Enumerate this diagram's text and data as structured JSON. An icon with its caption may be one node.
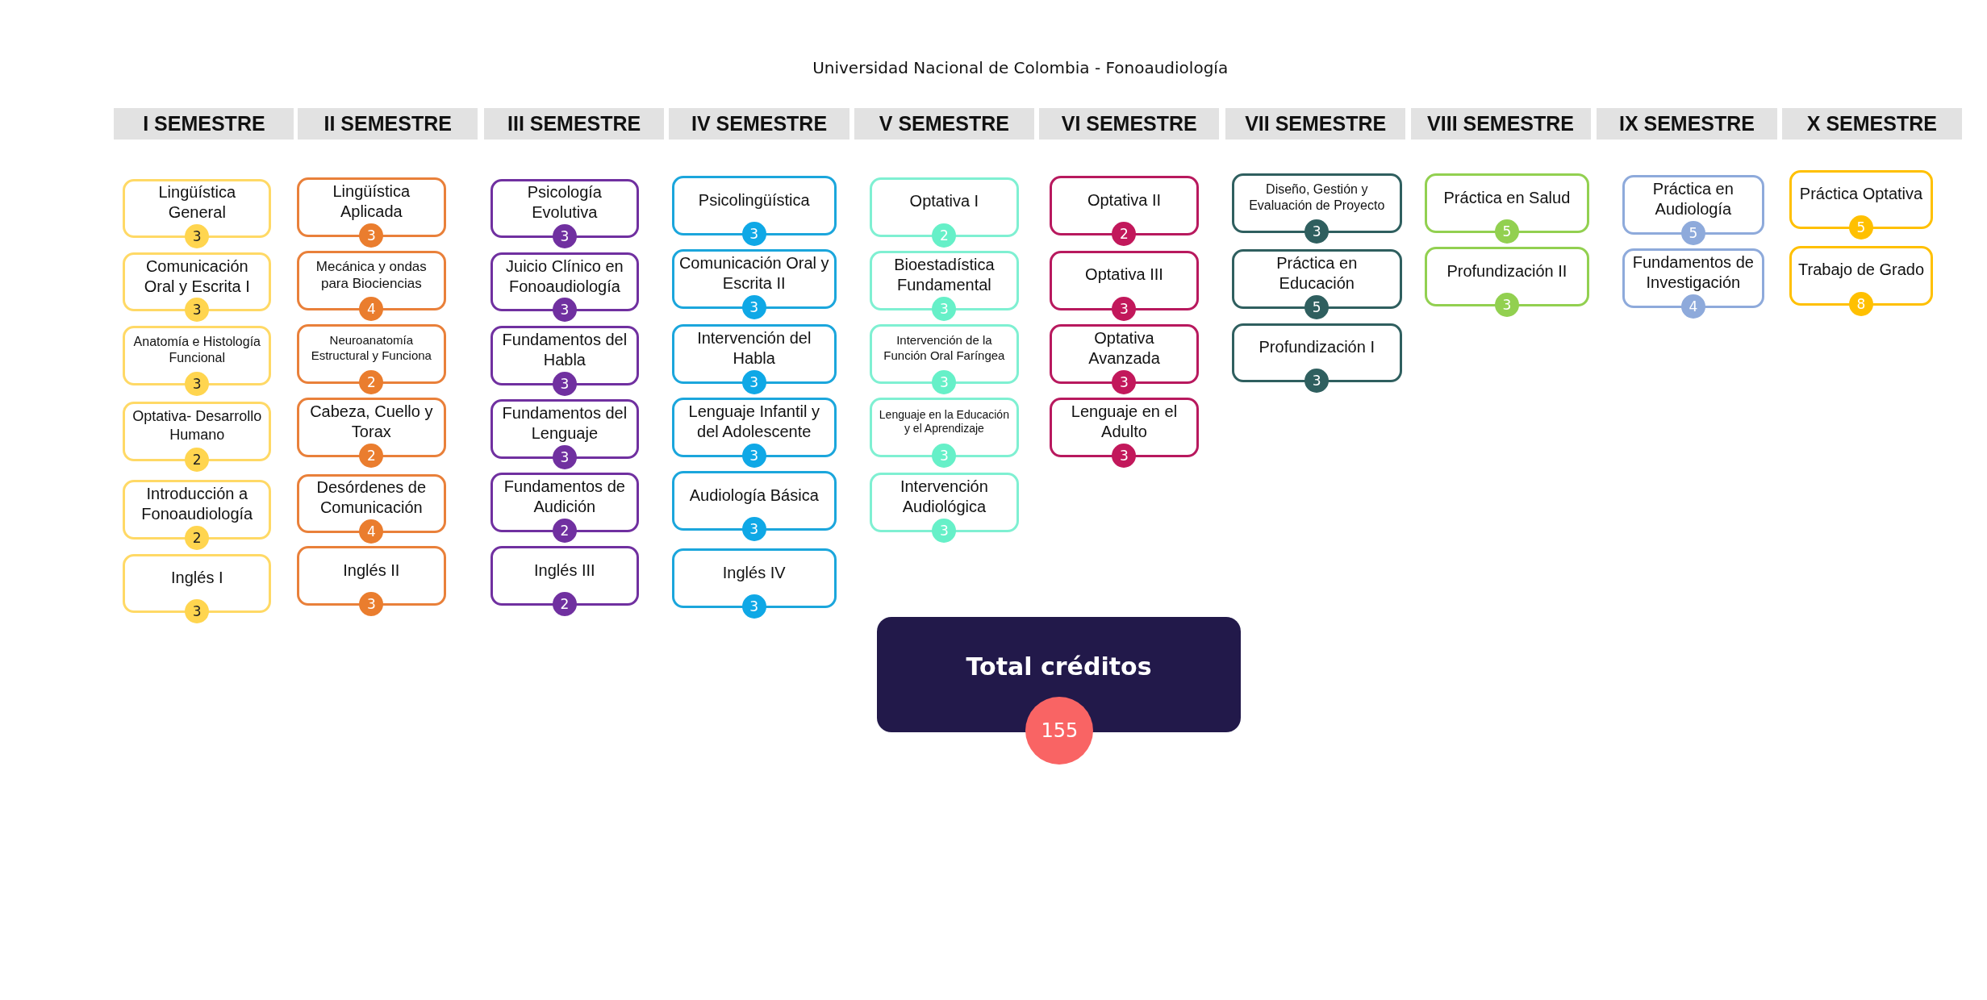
{
  "diagram": {
    "title": "Universidad Nacional de Colombia - Fonoaudiología",
    "nodes": [
      {
        "text": [
          "I SEMESTRE"
        ]
      },
      {
        "text": [
          "II SEMESTRE"
        ]
      },
      {
        "text": [
          "III SEMESTRE"
        ]
      },
      {
        "text": [
          "IV SEMESTRE"
        ]
      },
      {
        "text": [
          "V SEMESTRE"
        ]
      },
      {
        "text": [
          "VI SEMESTRE"
        ]
      },
      {
        "text": [
          "VII SEMESTRE"
        ]
      },
      {
        "text": [
          "VIII SEMESTRE"
        ]
      },
      {
        "text": [
          "IX SEMESTRE"
        ]
      },
      {
        "text": [
          "X SEMESTRE"
        ]
      },
      {
        "text": [
          "Lingüística General"
        ]
      },
      {
        "text": [
          "3"
        ]
      },
      {
        "text": [
          "Comunicación Oral y Escrita I"
        ]
      },
      {
        "text": [
          "3"
        ]
      },
      {
        "text": [
          "Anatomía e Histología Funcional"
        ]
      },
      {
        "text": [
          "3"
        ]
      },
      {
        "text": [
          "Optativa- Desarrollo Humano"
        ]
      },
      {
        "text": [
          "2"
        ]
      },
      {
        "text": [
          "Introducción a Fonoaudiología"
        ]
      },
      {
        "text": [
          "2"
        ]
      },
      {
        "text": [
          "Inglés I"
        ]
      },
      {
        "text": [
          "3"
        ]
      },
      {
        "text": [
          "Lingüística Aplicada"
        ]
      },
      {
        "text": [
          "3"
        ]
      },
      {
        "text": [
          "Mecánica y ondas para Biociencias"
        ]
      },
      {
        "text": [
          "4"
        ]
      },
      {
        "text": [
          "Neuroanatomía Estructural y Funciona"
        ]
      },
      {
        "text": [
          "2"
        ]
      },
      {
        "text": [
          "Cabeza, Cuello y Torax"
        ]
      },
      {
        "text": [
          "2"
        ]
      },
      {
        "text": [
          "Desórdenes de Comunicación"
        ]
      },
      {
        "text": [
          "4"
        ]
      },
      {
        "text": [
          "Inglés II"
        ]
      },
      {
        "text": [
          "3"
        ]
      },
      {
        "text": [
          "Psicología Evolutiva"
        ]
      },
      {
        "text": [
          "3"
        ]
      },
      {
        "text": [
          "Juicio Clínico en Fonoaudiología"
        ]
      },
      {
        "text": [
          "3"
        ]
      },
      {
        "text": [
          "Fundamentos del Habla"
        ]
      },
      {
        "text": [
          "3"
        ]
      },
      {
        "text": [
          "Fundamentos del Lenguaje"
        ]
      },
      {
        "text": [
          "3"
        ]
      },
      {
        "text": [
          "Fundamentos de Audición"
        ]
      },
      {
        "text": [
          "2"
        ]
      },
      {
        "text": [
          "Inglés III"
        ]
      },
      {
        "text": [
          "2"
        ]
      },
      {
        "text": [
          "Psicolingüística"
        ]
      },
      {
        "text": [
          "3"
        ]
      },
      {
        "text": [
          "Comunicación Oral y Escrita II"
        ]
      },
      {
        "text": [
          "3"
        ]
      },
      {
        "text": [
          "Intervención del Habla"
        ]
      },
      {
        "text": [
          "3"
        ]
      },
      {
        "text": [
          "Lenguaje Infantil y del Adolescente"
        ]
      },
      {
        "text": [
          "3"
        ]
      },
      {
        "text": [
          "Audiología Básica"
        ]
      },
      {
        "text": [
          "3"
        ]
      },
      {
        "text": [
          "Inglés IV"
        ]
      },
      {
        "text": [
          "3"
        ]
      },
      {
        "text": [
          "Optativa I"
        ]
      },
      {
        "text": [
          "2"
        ]
      },
      {
        "text": [
          "Bioestadística Fundamental"
        ]
      },
      {
        "text": [
          "3"
        ]
      },
      {
        "text": [
          "Intervención de la Función Oral Faríngea"
        ]
      },
      {
        "text": [
          "3"
        ]
      },
      {
        "text": [
          "Lenguaje en la Educación y el Aprendizaje"
        ]
      },
      {
        "text": [
          "3"
        ]
      },
      {
        "text": [
          "Intervención Audiológica"
        ]
      },
      {
        "text": [
          "3"
        ]
      },
      {
        "text": [
          "Optativa II"
        ]
      },
      {
        "text": [
          "2"
        ]
      },
      {
        "text": [
          "Optativa III"
        ]
      },
      {
        "text": [
          "3"
        ]
      },
      {
        "text": [
          "Optativa Avanzada"
        ]
      },
      {
        "text": [
          "3"
        ]
      },
      {
        "text": [
          "Lenguaje en el Adulto"
        ]
      },
      {
        "text": [
          "3"
        ]
      },
      {
        "text": [
          "Diseño, Gestión y Evaluación de Proyecto"
        ]
      },
      {
        "text": [
          "3"
        ]
      },
      {
        "text": [
          "Práctica en Educación"
        ]
      },
      {
        "text": [
          "5"
        ]
      },
      {
        "text": [
          "Profundización I"
        ]
      },
      {
        "text": [
          "3"
        ]
      },
      {
        "text": [
          "Práctica en Salud"
        ]
      },
      {
        "text": [
          "5"
        ]
      },
      {
        "text": [
          "Profundización II"
        ]
      },
      {
        "text": [
          "3"
        ]
      },
      {
        "text": [
          "Práctica en Audiología"
        ]
      },
      {
        "text": [
          "5"
        ]
      },
      {
        "text": [
          "Fundamentos de Investigación"
        ]
      },
      {
        "text": [
          "4"
        ]
      },
      {
        "text": [
          "Práctica Optativa"
        ]
      },
      {
        "text": [
          "5"
        ]
      },
      {
        "text": [
          "Trabajo de Grado"
        ]
      },
      {
        "text": [
          "8"
        ]
      },
      {
        "text": [
          "Total créditos"
        ]
      },
      {
        "text": [
          "155"
        ]
      }
    ]
  }
}
